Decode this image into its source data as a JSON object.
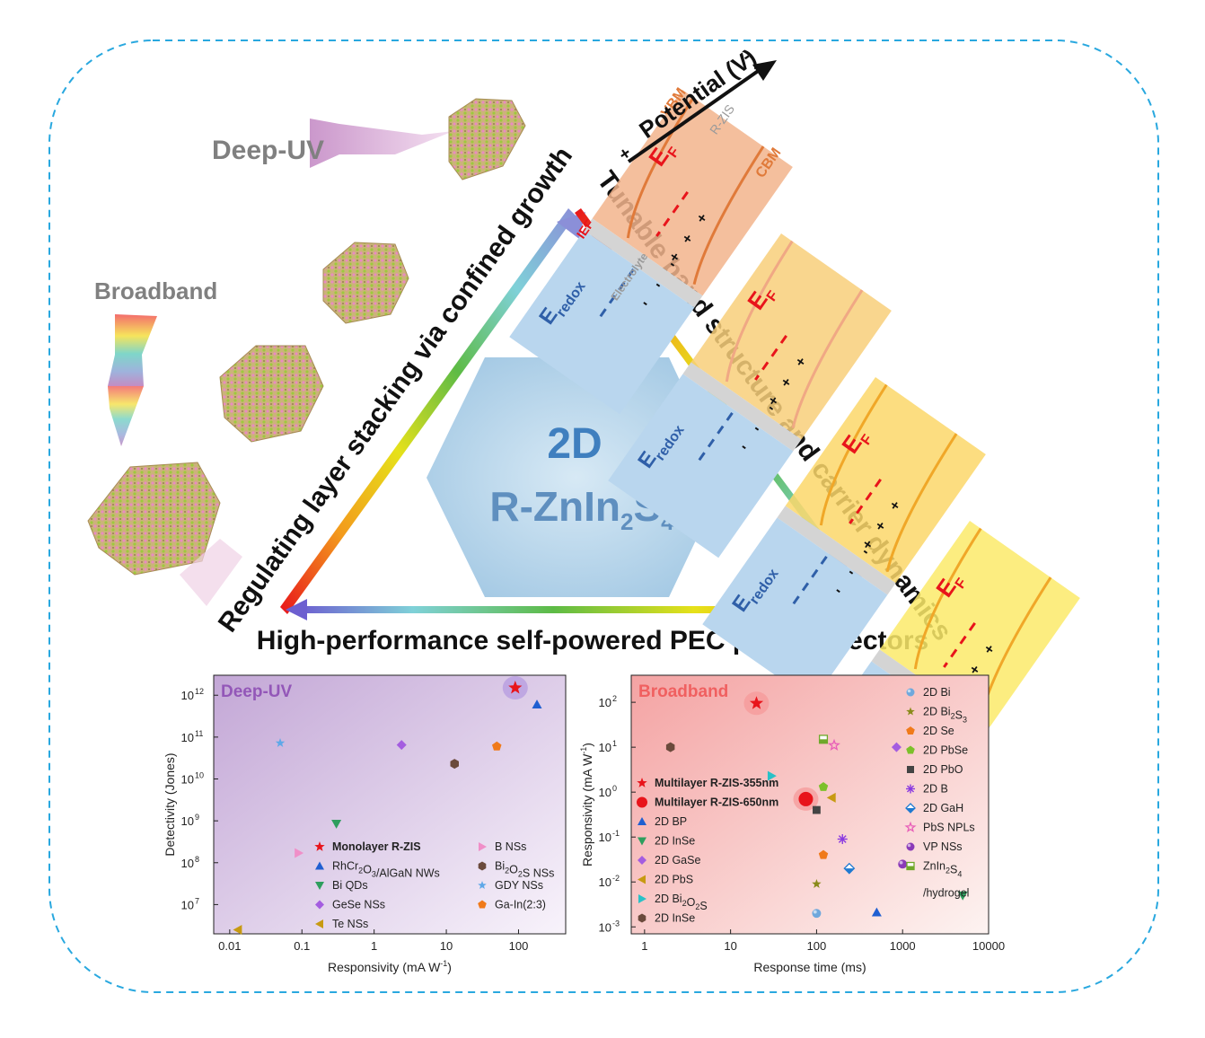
{
  "center": {
    "line1": "2D",
    "line2_main": "R-ZnIn",
    "sub1": "2",
    "mid": "S",
    "sub2": "4"
  },
  "labels": {
    "deep_uv": "Deep-UV",
    "broadband": "Broadband",
    "left_side": "Regulating layer stacking via confined growth",
    "right_side": "Tunable band structure and carrier dynamics",
    "bottom_side": "High-performance self-powered PEC photodetectors"
  },
  "band": {
    "potential": "Potential (V)",
    "plus": "+",
    "minus": "-",
    "cbm": "CBM",
    "vbm": "VBM",
    "rzis": "R-ZIS",
    "ef_main": "E",
    "ef_sub": "F",
    "ief": "IEF",
    "electrolyte": "Electrolyte",
    "eredox_main": "E",
    "eredox_sub": "redox"
  },
  "colors": {
    "deep_uv_bg": "#c9afd9",
    "broadband_bg": "#f2a6a6",
    "dashed_border": "#29a8df",
    "hexagon": "#a9cde6",
    "ef": "#e8141b",
    "eredox": "#2f5fa8"
  },
  "chart_data": [
    {
      "type": "scatter",
      "title": "Deep-UV",
      "xlabel_main": "Responsivity (mA W",
      "xlabel_sup": "-1",
      "xlabel_end": ")",
      "ylabel": "Detectivity (Jones)",
      "x_scale": "log",
      "y_scale": "log",
      "xlim": [
        0.006,
        450
      ],
      "ylim": [
        2000000,
        3000000000000
      ],
      "x_ticks": [
        "0.01",
        "0.1",
        "1",
        "10",
        "100"
      ],
      "y_ticks": [
        "10",
        "10",
        "10",
        "10",
        "10",
        "10"
      ],
      "y_tick_exps": [
        "7",
        "8",
        "9",
        "10",
        "11",
        "12"
      ],
      "series": [
        {
          "name": "Monolayer R-ZIS",
          "name_bold": true,
          "marker": "star",
          "color": "#e8141b",
          "x": 90,
          "y": 1500000000000,
          "highlight": true
        },
        {
          "name": "RhCr2O3/AlGaN NWs",
          "marker": "triangle-up",
          "color": "#1f5fd1",
          "x": 180,
          "y": 600000000000
        },
        {
          "name": "Bi QDs",
          "marker": "triangle-down",
          "color": "#2e9e5e",
          "x": 0.3,
          "y": 850000000
        },
        {
          "name": "GeSe NSs",
          "marker": "diamond",
          "color": "#a45de0",
          "x": 2.4,
          "y": 65000000000
        },
        {
          "name": "Te NSs",
          "marker": "triangle-left",
          "color": "#c79a12",
          "x": 0.013,
          "y": 2500000
        },
        {
          "name": "B NSs",
          "marker": "triangle-right",
          "color": "#f08fc8",
          "x": 0.09,
          "y": 170000000
        },
        {
          "name": "Bi2O2S NSs",
          "marker": "hexagon",
          "color": "#6b4a3c",
          "x": 13,
          "y": 23000000000
        },
        {
          "name": "GDY NSs",
          "marker": "star",
          "color": "#5fa8e8",
          "x": 0.05,
          "y": 72000000000
        },
        {
          "name": "Ga-In(2:3)",
          "marker": "pentagon",
          "color": "#f07a1a",
          "x": 50,
          "y": 60000000000
        }
      ]
    },
    {
      "type": "scatter",
      "title": "Broadband",
      "xlabel": "Response time (ms)",
      "ylabel_main": "Responsivity (mA W",
      "ylabel_sup": "-1",
      "ylabel_end": ")",
      "x_scale": "log",
      "y_scale": "log",
      "xlim": [
        0.7,
        10000
      ],
      "ylim": [
        0.0007,
        400
      ],
      "x_ticks": [
        "1",
        "10",
        "100",
        "1000",
        "10000"
      ],
      "y_ticks": [
        "10",
        "10",
        "10",
        "10",
        "10",
        "10"
      ],
      "y_tick_exps": [
        "-3",
        "-2",
        "-1",
        "0",
        "1",
        "2"
      ],
      "series": [
        {
          "name": "Multilayer R-ZIS-355nm",
          "name_bold": true,
          "marker": "star",
          "color": "#e8141b",
          "x": 20,
          "y": 95,
          "highlight": true
        },
        {
          "name": "Multilayer R-ZIS-650nm",
          "name_bold": true,
          "marker": "circle",
          "color": "#e8141b",
          "x": 75,
          "y": 0.7,
          "highlight": true
        },
        {
          "name": "2D BP",
          "marker": "triangle-up",
          "color": "#1f5fd1",
          "x": 500,
          "y": 0.0021
        },
        {
          "name": "2D InSe",
          "marker": "triangle-down",
          "color": "#2e9e5e",
          "x": 5000,
          "y": 0.005
        },
        {
          "name": "2D GaSe",
          "marker": "diamond",
          "color": "#a45de0",
          "x": 850,
          "y": 10
        },
        {
          "name": "2D PbS",
          "marker": "triangle-left",
          "color": "#c79a12",
          "x": 150,
          "y": 0.75
        },
        {
          "name": "2D Bi2O2S",
          "marker": "triangle-right",
          "color": "#29c1c7",
          "x": 30,
          "y": 2.3
        },
        {
          "name": "2D InSe",
          "marker": "hexagon",
          "color": "#6b4a3c",
          "x": 2,
          "y": 10
        },
        {
          "name": "2D Bi",
          "marker": "sphere",
          "color": "#6fa8dc",
          "x": 100,
          "y": 0.002
        },
        {
          "name": "2D Bi2S3",
          "marker": "star",
          "color": "#8a8a1a",
          "x": 100,
          "y": 0.009
        },
        {
          "name": "2D Se",
          "marker": "pentagon",
          "color": "#f07a1a",
          "x": 120,
          "y": 0.04
        },
        {
          "name": "2D PbSe",
          "marker": "pentagon",
          "color": "#7cc02a",
          "x": 120,
          "y": 1.3
        },
        {
          "name": "2D PbO",
          "marker": "square",
          "color": "#444444",
          "x": 100,
          "y": 0.4
        },
        {
          "name": "2D B",
          "marker": "asterisk",
          "color": "#8a3ae0",
          "x": 200,
          "y": 0.09
        },
        {
          "name": "2D GaH",
          "marker": "half-diamond",
          "color": "#1f7ad1",
          "x": 240,
          "y": 0.02
        },
        {
          "name": "PbS NPLs",
          "marker": "star-open",
          "color": "#e85fb8",
          "x": 160,
          "y": 11
        },
        {
          "name": "VP NSs",
          "marker": "sphere",
          "color": "#8a3ab8",
          "x": 1000,
          "y": 0.025
        },
        {
          "name": "ZnIn2S4/hydrogel",
          "marker": "half-square",
          "color": "#6fa82a",
          "x": 120,
          "y": 15
        }
      ]
    }
  ]
}
